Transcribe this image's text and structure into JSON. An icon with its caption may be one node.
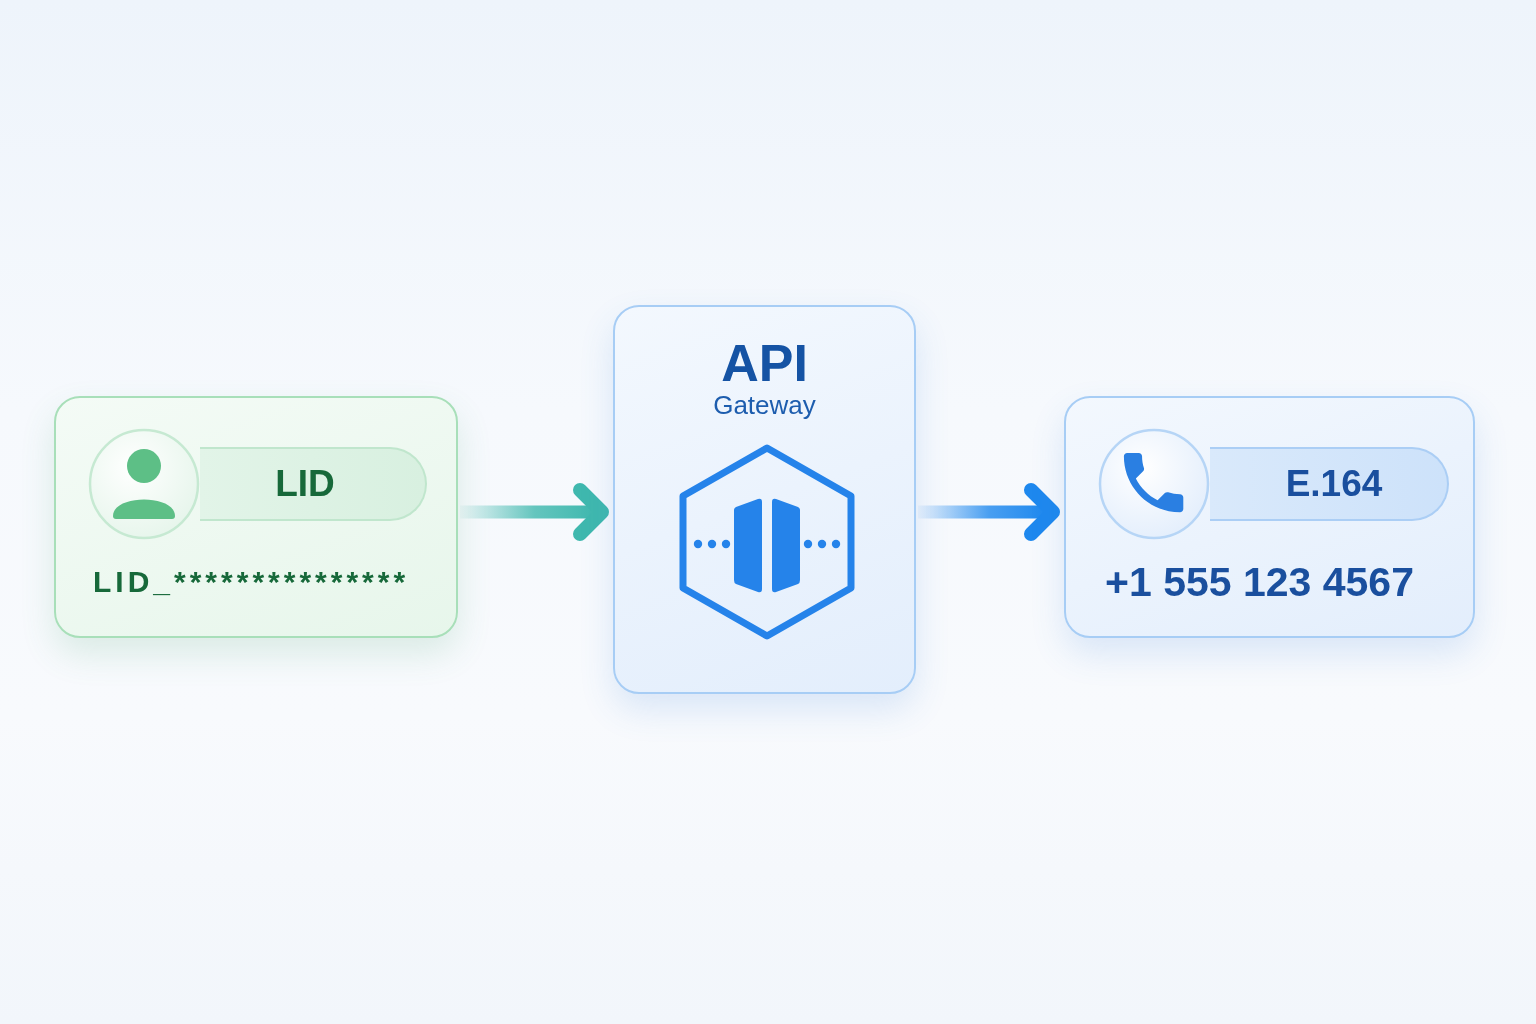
{
  "diagram": {
    "nodes": [
      {
        "text": [
          "LID_***************"
        ]
      },
      {
        "text": [
          "LID"
        ],
        "in": 0
      },
      {
        "text": [
          "API",
          "Gateway"
        ]
      },
      {
        "text": [
          "+1 555 123 4567"
        ]
      },
      {
        "text": [
          "E.164"
        ],
        "in": 3
      }
    ],
    "edges": [
      {
        "from": 0,
        "to": 2,
        "arrow": "to",
        "color": "#3fb8ae"
      },
      {
        "from": 2,
        "to": 3,
        "arrow": "to",
        "color": "#1e88ee"
      }
    ]
  }
}
